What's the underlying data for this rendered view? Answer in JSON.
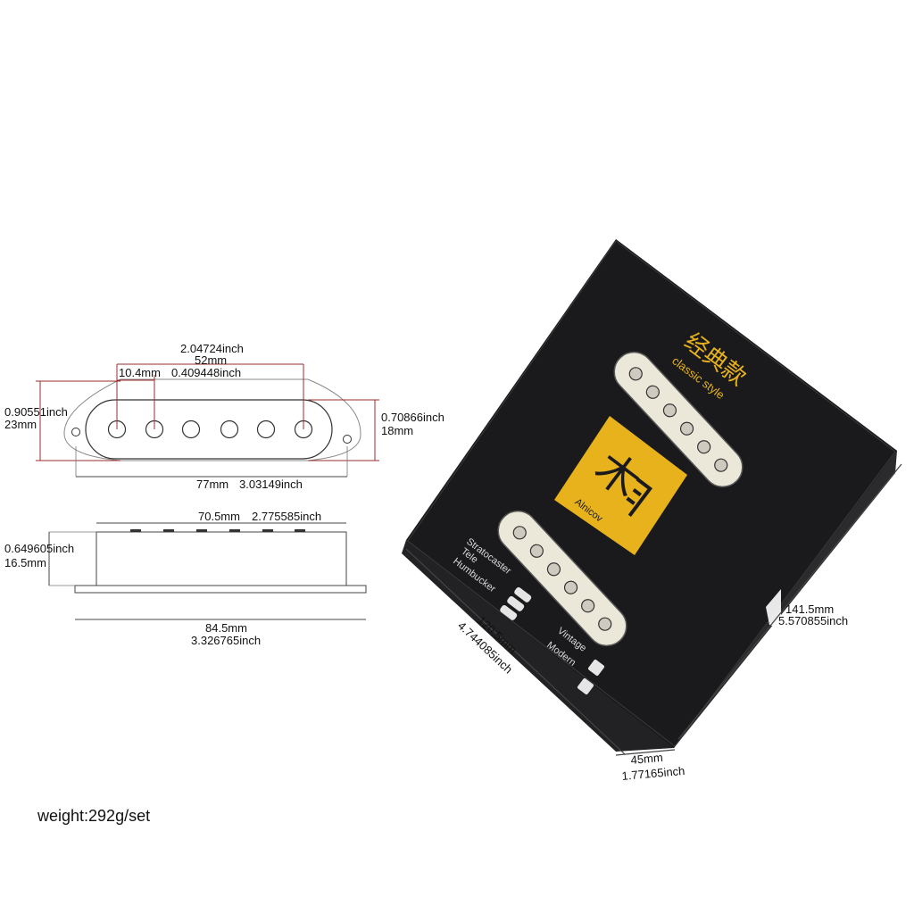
{
  "top_view": {
    "spacing_outer_inch": "2.04724inch",
    "spacing_outer_mm": "52mm",
    "spacing_pole_mm": "10.4mm",
    "spacing_pole_inch": "0.409448inch",
    "height_inch": "0.90551inch",
    "height_mm": "23mm",
    "inner_height_inch": "0.70866inch",
    "inner_height_mm": "18mm",
    "length_mm": "77mm",
    "length_inch": "3.03149inch"
  },
  "side_view": {
    "top_length_mm": "70.5mm",
    "top_length_inch": "2.775585inch",
    "height_inch": "0.649605inch",
    "height_mm": "16.5mm",
    "base_length_mm": "84.5mm",
    "base_length_inch": "3.326765inch"
  },
  "box": {
    "title_cn": "经典款",
    "subtitle": "classic style",
    "brand": "Alnicov",
    "types": [
      "Stratocaster",
      "Tele",
      "Humbucker"
    ],
    "voicings": [
      "Vintage",
      "Modern"
    ],
    "width_mm": "120.5mm",
    "width_inch": "4.744085inch",
    "length_mm": "141.5mm",
    "length_inch": "5.570855inch",
    "depth_mm": "45mm",
    "depth_inch": "1.77165inch",
    "colors": {
      "box": "#1a1a1c",
      "box_side": "#2b2b2d",
      "gold": "#e7b21c",
      "pickup": "#ece8d9"
    }
  },
  "weight": "weight:292g/set"
}
